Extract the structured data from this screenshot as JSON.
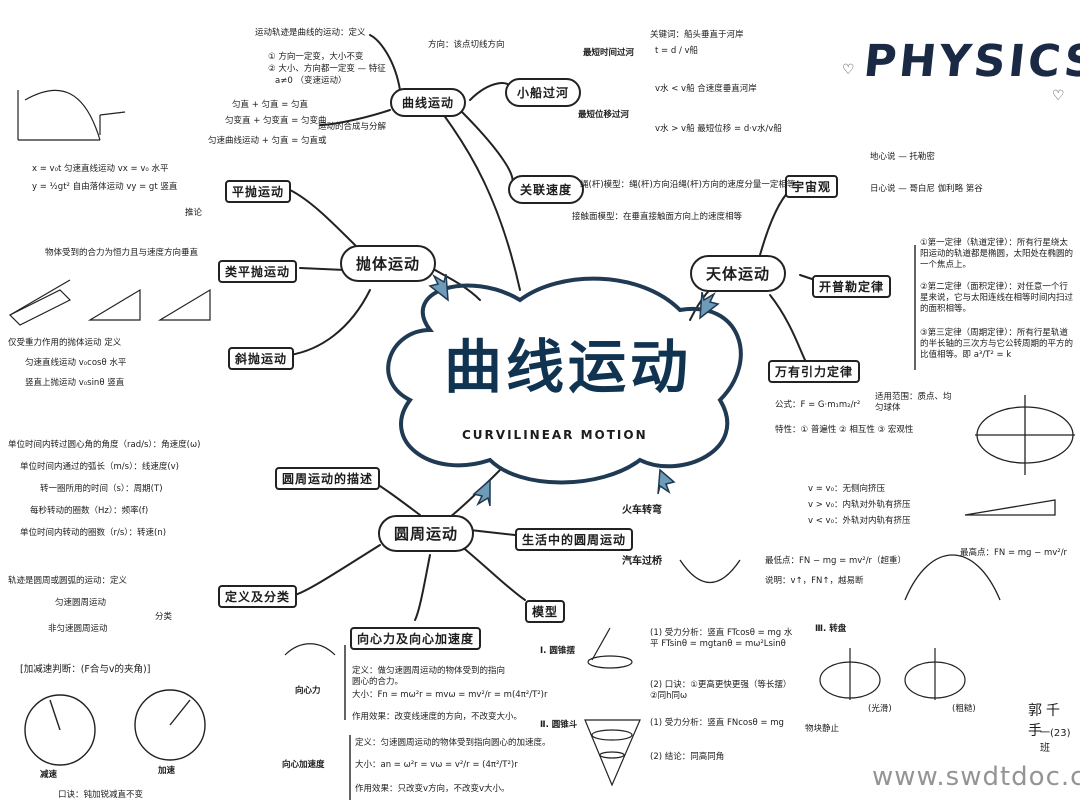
{
  "logo": "PHYSICS",
  "heart": "♡",
  "center": {
    "title_cn": "曲线运动",
    "title_en": "CURVILINEAR   MOTION"
  },
  "main_nodes": {
    "pao_ti": "抛体运动",
    "qu_xian": "曲线运动",
    "tian_ti": "天体运动",
    "yuan_zhou": "圆周运动"
  },
  "sub_nodes": {
    "ping_pao": "平抛运动",
    "lei_ping_pao": "类平抛运动",
    "xie_pao": "斜抛运动",
    "xiao_chuan": "小船过河",
    "guan_lian": "关联速度",
    "yu_zhou": "宇宙观",
    "kai_pu_le": "开普勒定律",
    "wan_you": "万有引力定律",
    "yuan_zhou_miao_shu": "圆周运动的描述",
    "ding_yi_fen_lei": "定义及分类",
    "xiang_xin_li": "向心力及向心加速度",
    "sheng_huo": "生活中的圆周运动",
    "mo_xing": "模型"
  },
  "leaves": {
    "qx_def": "运动轨迹是曲线的运动：定义",
    "qx_f1": "① 方向一定变，大小不变",
    "qx_f2": "② 大小、方向都一定变 — 特征",
    "qx_f3": "a≠0 （变速运动）",
    "qx_dir": "方向：该点切线方向",
    "qx_c1": "匀直 + 匀直 = 匀直",
    "qx_c2": "匀变直 + 匀变直 = 匀变曲",
    "qx_c3": "匀速曲线运动 + 匀直 = 匀直或",
    "qx_c4": "运动的合成与分解",
    "xc_1": "最短时间过河",
    "xc_2": "最短位移过河",
    "xc_a": "关键词：船头垂直于河岸",
    "xc_b": "t = d / v船",
    "xc_c": "v水 < v船  合速度垂直河岸",
    "xc_d": "v水 > v船  最短位移 = d·v水/v船",
    "gl_1": "绳(杆)模型：绳(杆)方向沿绳(杆)方向的速度分量一定相等",
    "gl_2": "接触面模型：在垂直接触面方向上的速度相等",
    "pp_1": "x = v₀t     匀速直线运动   vx = v₀  水平",
    "pp_2": "y = ½gt²   自由落体运动   vy = gt   竖直",
    "pp_3": "推论",
    "lpp_1": "物体受到的合力为恒力且与速度方向垂直",
    "xp_1": "仅受重力作用的抛体运动  定义",
    "xp_2": "匀速直线运动 v₀cosθ  水平",
    "xp_3": "竖直上抛运动 v₀sinθ  竖直",
    "yz_1": "地心说 — 托勒密",
    "yz_2": "日心说 — 哥白尼 伽利略 第谷",
    "kpl_1": "①第一定律（轨道定律）：所有行星绕太阳运动的轨道都是椭圆，太阳处在椭圆的一个焦点上。",
    "kpl_2": "②第二定律（面积定律）：对任意一个行星来说，它与太阳连线在相等时间内扫过的面积相等。",
    "kpl_3": "③第三定律（周期定律）：所有行星轨道的半长轴的三次方与它公转周期的平方的比值相等。即 a³/T² = k",
    "wy_1": "公式：F = G·m₁m₂/r²",
    "wy_2": "适用范围：质点、均匀球体",
    "wy_3": "特性：① 普遍性  ② 相互性  ③ 宏观性",
    "ms_1": "单位时间内转过圆心角的角度（rad/s）：角速度(ω)",
    "ms_2": "单位时间内通过的弧长（m/s）：线速度(v)",
    "ms_3": "转一圈所用的时间（s）：周期(T)",
    "ms_4": "每秒转动的圈数（Hz）：频率(f)",
    "ms_5": "单位时间内转动的圈数（r/s）：转速(n)",
    "dy_1": "轨迹是圆周或圆弧的运动：定义",
    "dy_2": "匀速圆周运动",
    "dy_3": "非匀速圆周运动",
    "dy_4": "分类",
    "jj_title": "[加减速判断：(F合与v的夹角)]",
    "jj_1": "减速",
    "jj_2": "加速",
    "jj_3": "口诀：钝加锐减直不变",
    "xx_1": "向心力",
    "xx_2": "定义：做匀速圆周运动的物体受到的指向圆心的合力。",
    "xx_3": "大小：Fn = mω²r = mvω = mv²/r = m(4π²/T²)r",
    "xx_4": "作用效果：改变线速度的方向，不改变大小。",
    "xx_5": "向心加速度",
    "xx_6": "定义：匀速圆周运动的物体受到指向圆心的加速度。",
    "xx_7": "大小：an = ω²r = vω = v²/r = (4π²/T²)r",
    "xx_8": "作用效果：只改变v方向，不改变v大小。",
    "sh_1": "火车转弯",
    "sh_2": "汽车过桥",
    "sh_3": "最低点：FN − mg = mv²/r（超重）",
    "sh_4": "说明：v↑，FN↑，越易断",
    "sh_5": "最高点：FN = mg − mv²/r",
    "sh_6": "v = v₀：无侧向挤压",
    "sh_7": "v > v₀：内轨对外轨有挤压",
    "sh_8": "v < v₀：外轨对内轨有挤压",
    "mx_1": "Ⅰ. 圆锥摆",
    "mx_2": "Ⅱ. 圆锥斗",
    "mx_3": "Ⅲ. 转盘",
    "mx_4": "(1) 受力分析：竖直 FTcosθ = mg  水平 FTsinθ = mgtanθ = mω²Lsinθ",
    "mx_5": "(2) 口诀：①更高更快更强（等长摆）  ②同h同ω",
    "mx_6": "(1) 受力分析：竖直 FNcosθ = mg",
    "mx_7": "(2) 结论：同高同角",
    "mx_8": "物块静止",
    "mx_9": "(光滑)",
    "mx_10": "(粗糙)"
  },
  "author": {
    "name": "郭千手",
    "class": "一(23)班"
  },
  "watermark": "www.swdtdoc.com"
}
